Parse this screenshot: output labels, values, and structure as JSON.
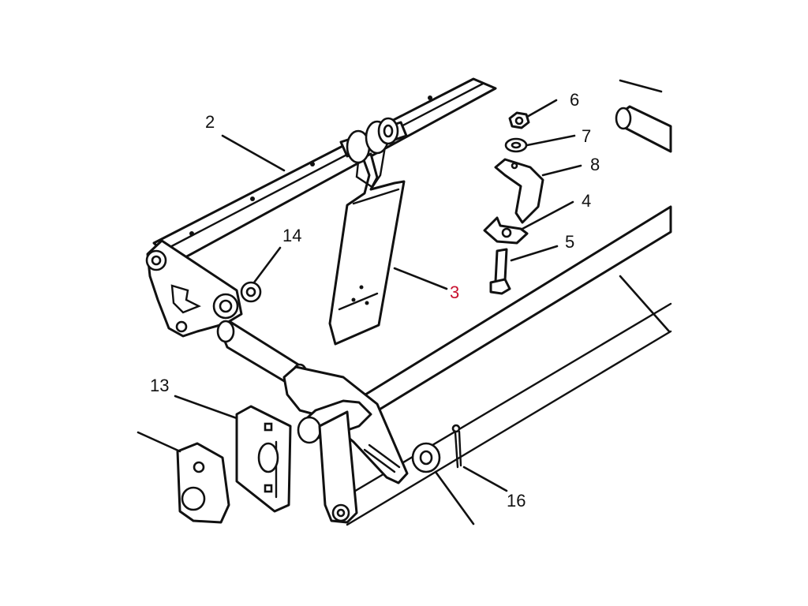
{
  "colors": {
    "line": "#111111",
    "background": "#ffffff",
    "highlight": "#c8102e"
  },
  "callouts": {
    "c2": "2",
    "c3": "3",
    "c4": "4",
    "c5": "5",
    "c6": "6",
    "c7": "7",
    "c8": "8",
    "c13": "13",
    "c14": "14",
    "c16": "16"
  },
  "highlighted_callout": "3"
}
